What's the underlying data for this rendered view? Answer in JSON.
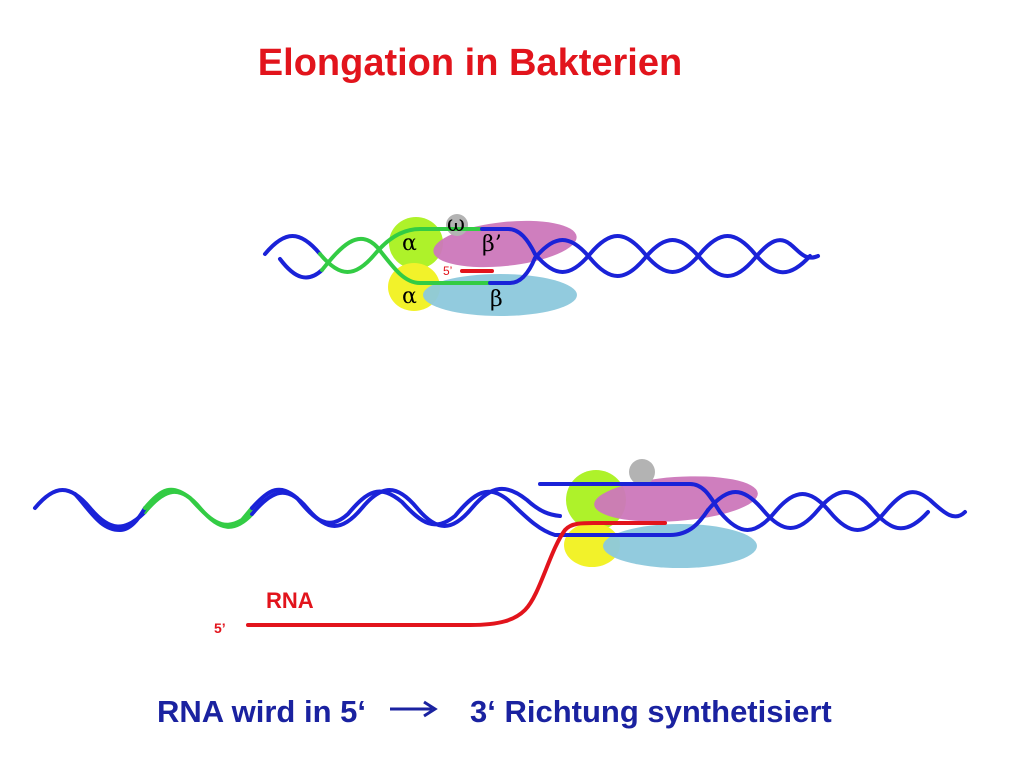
{
  "title": "Elongation in Bakterien",
  "top_complex": {
    "alpha_upper": "α",
    "alpha_lower": "α",
    "omega": "ω",
    "beta_prime": "β’",
    "beta": "β",
    "rna_5prime": "5’"
  },
  "bottom_complex": {
    "rna_label": "RNA",
    "rna_5prime": "5’"
  },
  "caption": {
    "left": "RNA wird in 5‘",
    "right": "3‘ Richtung synthetisiert"
  },
  "colors": {
    "title": "#e2141c",
    "dna_strand": "#1a22d8",
    "dna_transcribed_region": "#33cc44",
    "rna": "#e2141c",
    "alpha_subunit": "#aef22a",
    "alpha_subunit_lower": "#f2f22a",
    "beta_prime_subunit": "#cc77bb",
    "beta_subunit": "#8cc8dc",
    "omega_subunit": "#b3b3b3",
    "caption": "#1a22a0"
  }
}
